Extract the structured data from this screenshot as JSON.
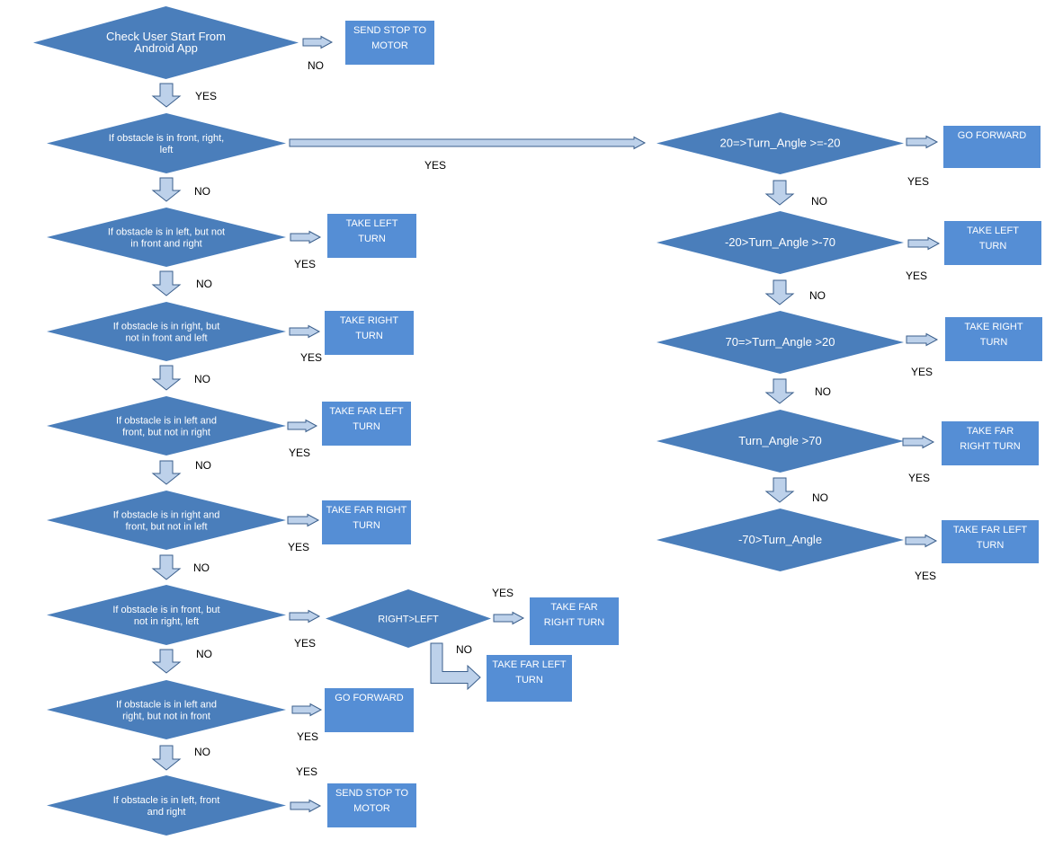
{
  "colors": {
    "shape_fill": "#4a7ebb",
    "box_fill": "#558ed5",
    "arrow_fill": "#bdd1ea",
    "arrow_stroke": "#3b5f8c",
    "text_on_shape": "#ffffff",
    "label_text": "#000000"
  },
  "decisions": {
    "start": [
      "Check User Start From",
      "Android App"
    ],
    "d1": [
      "If obstacle is in front, right,",
      "left"
    ],
    "d2": [
      "If obstacle is in left, but not",
      "in front and right"
    ],
    "d3": [
      "If obstacle is in right, but",
      "not in front and left"
    ],
    "d4": [
      "If obstacle is in left and",
      "front, but not in right"
    ],
    "d5": [
      "If obstacle is in right and",
      "front, but not in left"
    ],
    "d6": [
      "If obstacle is in front, but",
      "not in right, left"
    ],
    "d7": [
      "If obstacle is in left and",
      "right, but not in front"
    ],
    "d8": [
      "If obstacle is in left, front",
      "and right"
    ],
    "rl": [
      "RIGHT>LEFT"
    ],
    "a1": [
      "20=>Turn_Angle >=-20"
    ],
    "a2": [
      "-20>Turn_Angle >-70"
    ],
    "a3": [
      "70=>Turn_Angle >20"
    ],
    "a4": [
      "Turn_Angle >70"
    ],
    "a5": [
      "-70>Turn_Angle"
    ]
  },
  "actions": {
    "b0": [
      "SEND STOP TO",
      "MOTOR"
    ],
    "b2": [
      "TAKE LEFT",
      "TURN"
    ],
    "b3": [
      "TAKE RIGHT",
      "TURN"
    ],
    "b4": [
      "TAKE FAR LEFT",
      "TURN"
    ],
    "b5": [
      "TAKE FAR RIGHT",
      "TURN"
    ],
    "b6a": [
      "TAKE FAR",
      "RIGHT TURN"
    ],
    "b6b": [
      "TAKE FAR LEFT",
      "TURN"
    ],
    "b7": [
      "GO FORWARD"
    ],
    "b8": [
      "SEND STOP TO",
      "MOTOR"
    ],
    "ba1": [
      "GO FORWARD"
    ],
    "ba2": [
      "TAKE LEFT",
      "TURN"
    ],
    "ba3": [
      "TAKE RIGHT",
      "TURN"
    ],
    "ba4": [
      "TAKE FAR",
      "RIGHT TURN"
    ],
    "ba5": [
      "TAKE FAR LEFT",
      "TURN"
    ]
  },
  "labels": {
    "yes": "YES",
    "no": "NO"
  }
}
